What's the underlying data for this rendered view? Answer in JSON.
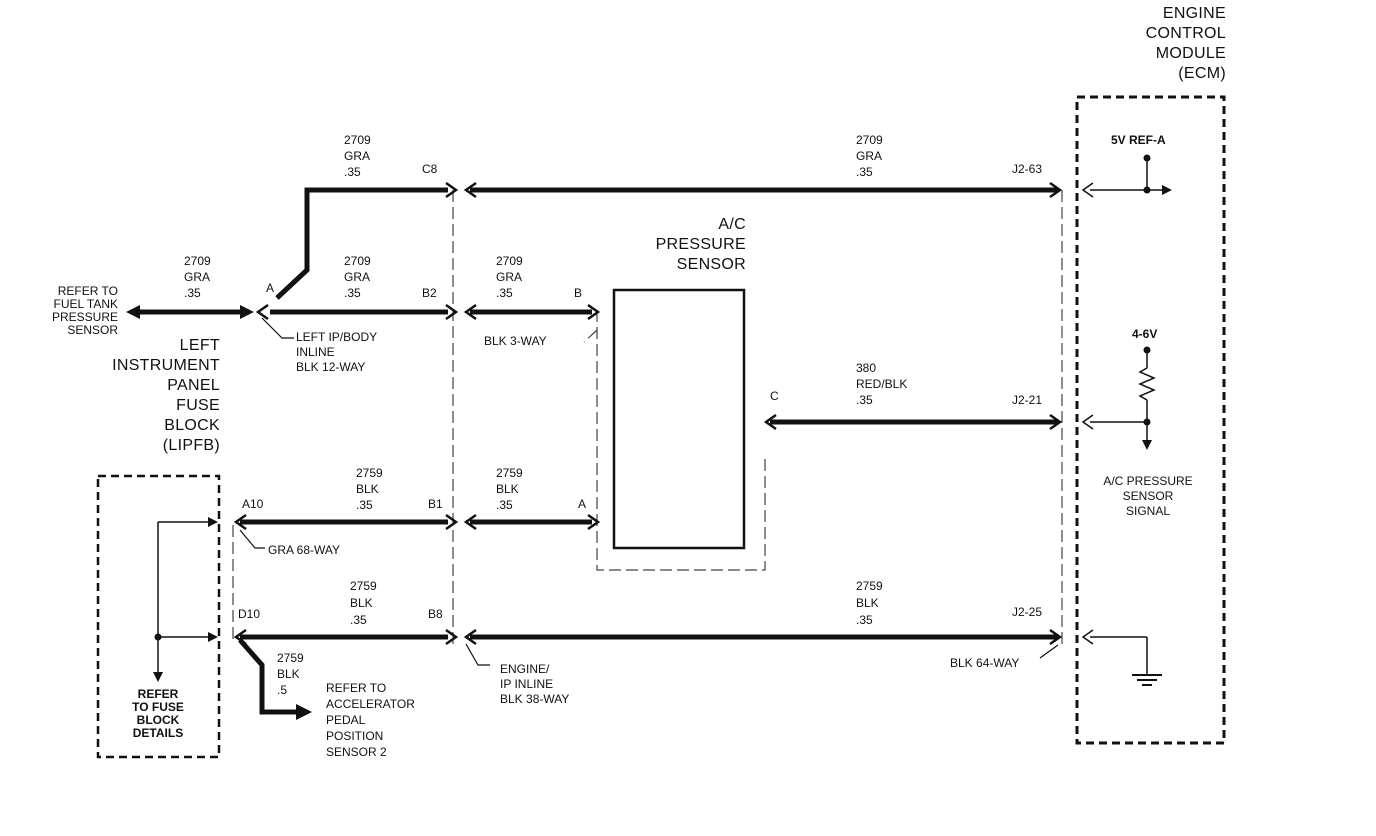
{
  "ecm": {
    "title": "ENGINE\nCONTROL\nMODULE\n(ECM)"
  },
  "lipfb": {
    "title": "LEFT\nINSTRUMENT\nPANEL\nFUSE\nBLOCK\n(LIPFB)"
  },
  "sensor": {
    "title": "A/C\nPRESSURE\nSENSOR"
  },
  "refs": {
    "fuel_tank": "REFER TO\nFUEL TANK\nPRESSURE\nSENSOR",
    "fuse_block": "REFER\nTO FUSE\nBLOCK\nDETAILS",
    "accel_pedal": "REFER TO\nACCELERATOR\nPEDAL\nPOSITION\nSENSOR 2"
  },
  "connectors": {
    "left_ip_body": "LEFT IP/BODY\nINLINE\nBLK 12-WAY",
    "blk_3way": "BLK 3-WAY",
    "gra_68way": "GRA 68-WAY",
    "engine_ip": "ENGINE/\nIP INLINE\nBLK 38-WAY",
    "blk_64way": "BLK 64-WAY"
  },
  "wires": {
    "top_left": "2709\nGRA\n.35",
    "top_right": "2709\nGRA\n.35",
    "fuel": "2709\nGRA\n.35",
    "mid_a": "2709\nGRA\n.35",
    "mid_b": "2709\nGRA\n.35",
    "signal": "380\nRED/BLK\n.35",
    "a10_left": "2759\nBLK\n.35",
    "a10_right": "2759\nBLK\n.35",
    "d10_left": "2759\nBLK\n.35",
    "d10_right": "2759\nBLK\n.35",
    "d10_down": "2759\nBLK\n.5"
  },
  "pins": {
    "c8": "C8",
    "j2_63": "J2-63",
    "a": "A",
    "b2": "B2",
    "b": "B",
    "c": "C",
    "j2_21": "J2-21",
    "a10": "A10",
    "b1": "B1",
    "a_sensor": "A",
    "d10": "D10",
    "b8": "B8",
    "j2_25": "J2-25"
  },
  "ecm_internal": {
    "ref": "5V REF-A",
    "voltage": "4-6V",
    "signal": "A/C PRESSURE\nSENSOR\nSIGNAL"
  }
}
